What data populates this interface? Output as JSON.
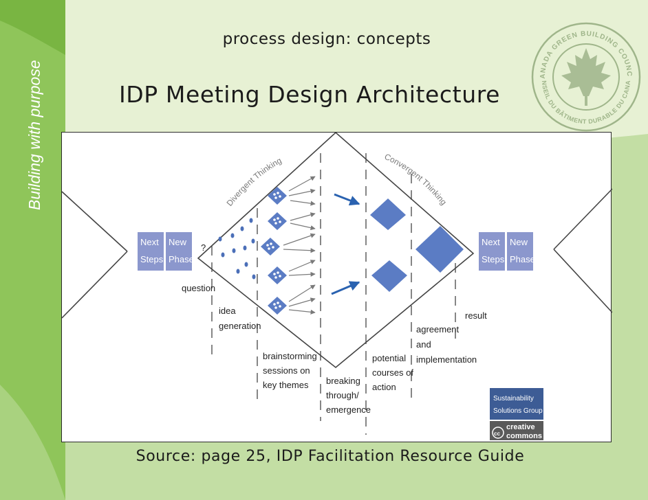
{
  "slide": {
    "tagline": "Building with purpose",
    "subtitle": "process design: concepts",
    "title": "IDP Meeting Design Architecture",
    "source": "Source: page 25, IDP Facilitation Resource Guide"
  },
  "logo": {
    "text_top": "CANADA GREEN BUILDING COUNCIL",
    "text_bottom": "CONSEIL DU BÂTIMENT DURABLE DU CANADA"
  },
  "diagram": {
    "divergent_label": "Divergent Thinking",
    "convergent_label": "Convergent Thinking",
    "left_boxes": [
      {
        "line1": "Next",
        "line2": "Steps"
      },
      {
        "line1": "New",
        "line2": "Phase"
      }
    ],
    "right_boxes": [
      {
        "line1": "Next",
        "line2": "Steps"
      },
      {
        "line1": "New",
        "line2": "Phase"
      }
    ],
    "question_mark": "?",
    "labels": {
      "question": "question",
      "idea_1": "idea",
      "idea_2": "generation",
      "brain_1": "brainstorming",
      "brain_2": "sessions on",
      "brain_3": "key themes",
      "break_1": "breaking",
      "break_2": "through/",
      "break_3": "emergence",
      "pot_1": "potential",
      "pot_2": "courses of",
      "pot_3": "action",
      "agree_1": "agreement",
      "agree_2": "and",
      "agree_3": "implementation",
      "result": "result"
    },
    "badge": {
      "line1": "Sustainability",
      "line2": "Solutions Group",
      "cc_1": "creative",
      "cc_2": "commons",
      "cc_symbol": "cc"
    },
    "colors": {
      "shape_blue": "#5b7cc4",
      "box_blue": "#8b97cd",
      "arrow_blue": "#2a62b0"
    }
  }
}
